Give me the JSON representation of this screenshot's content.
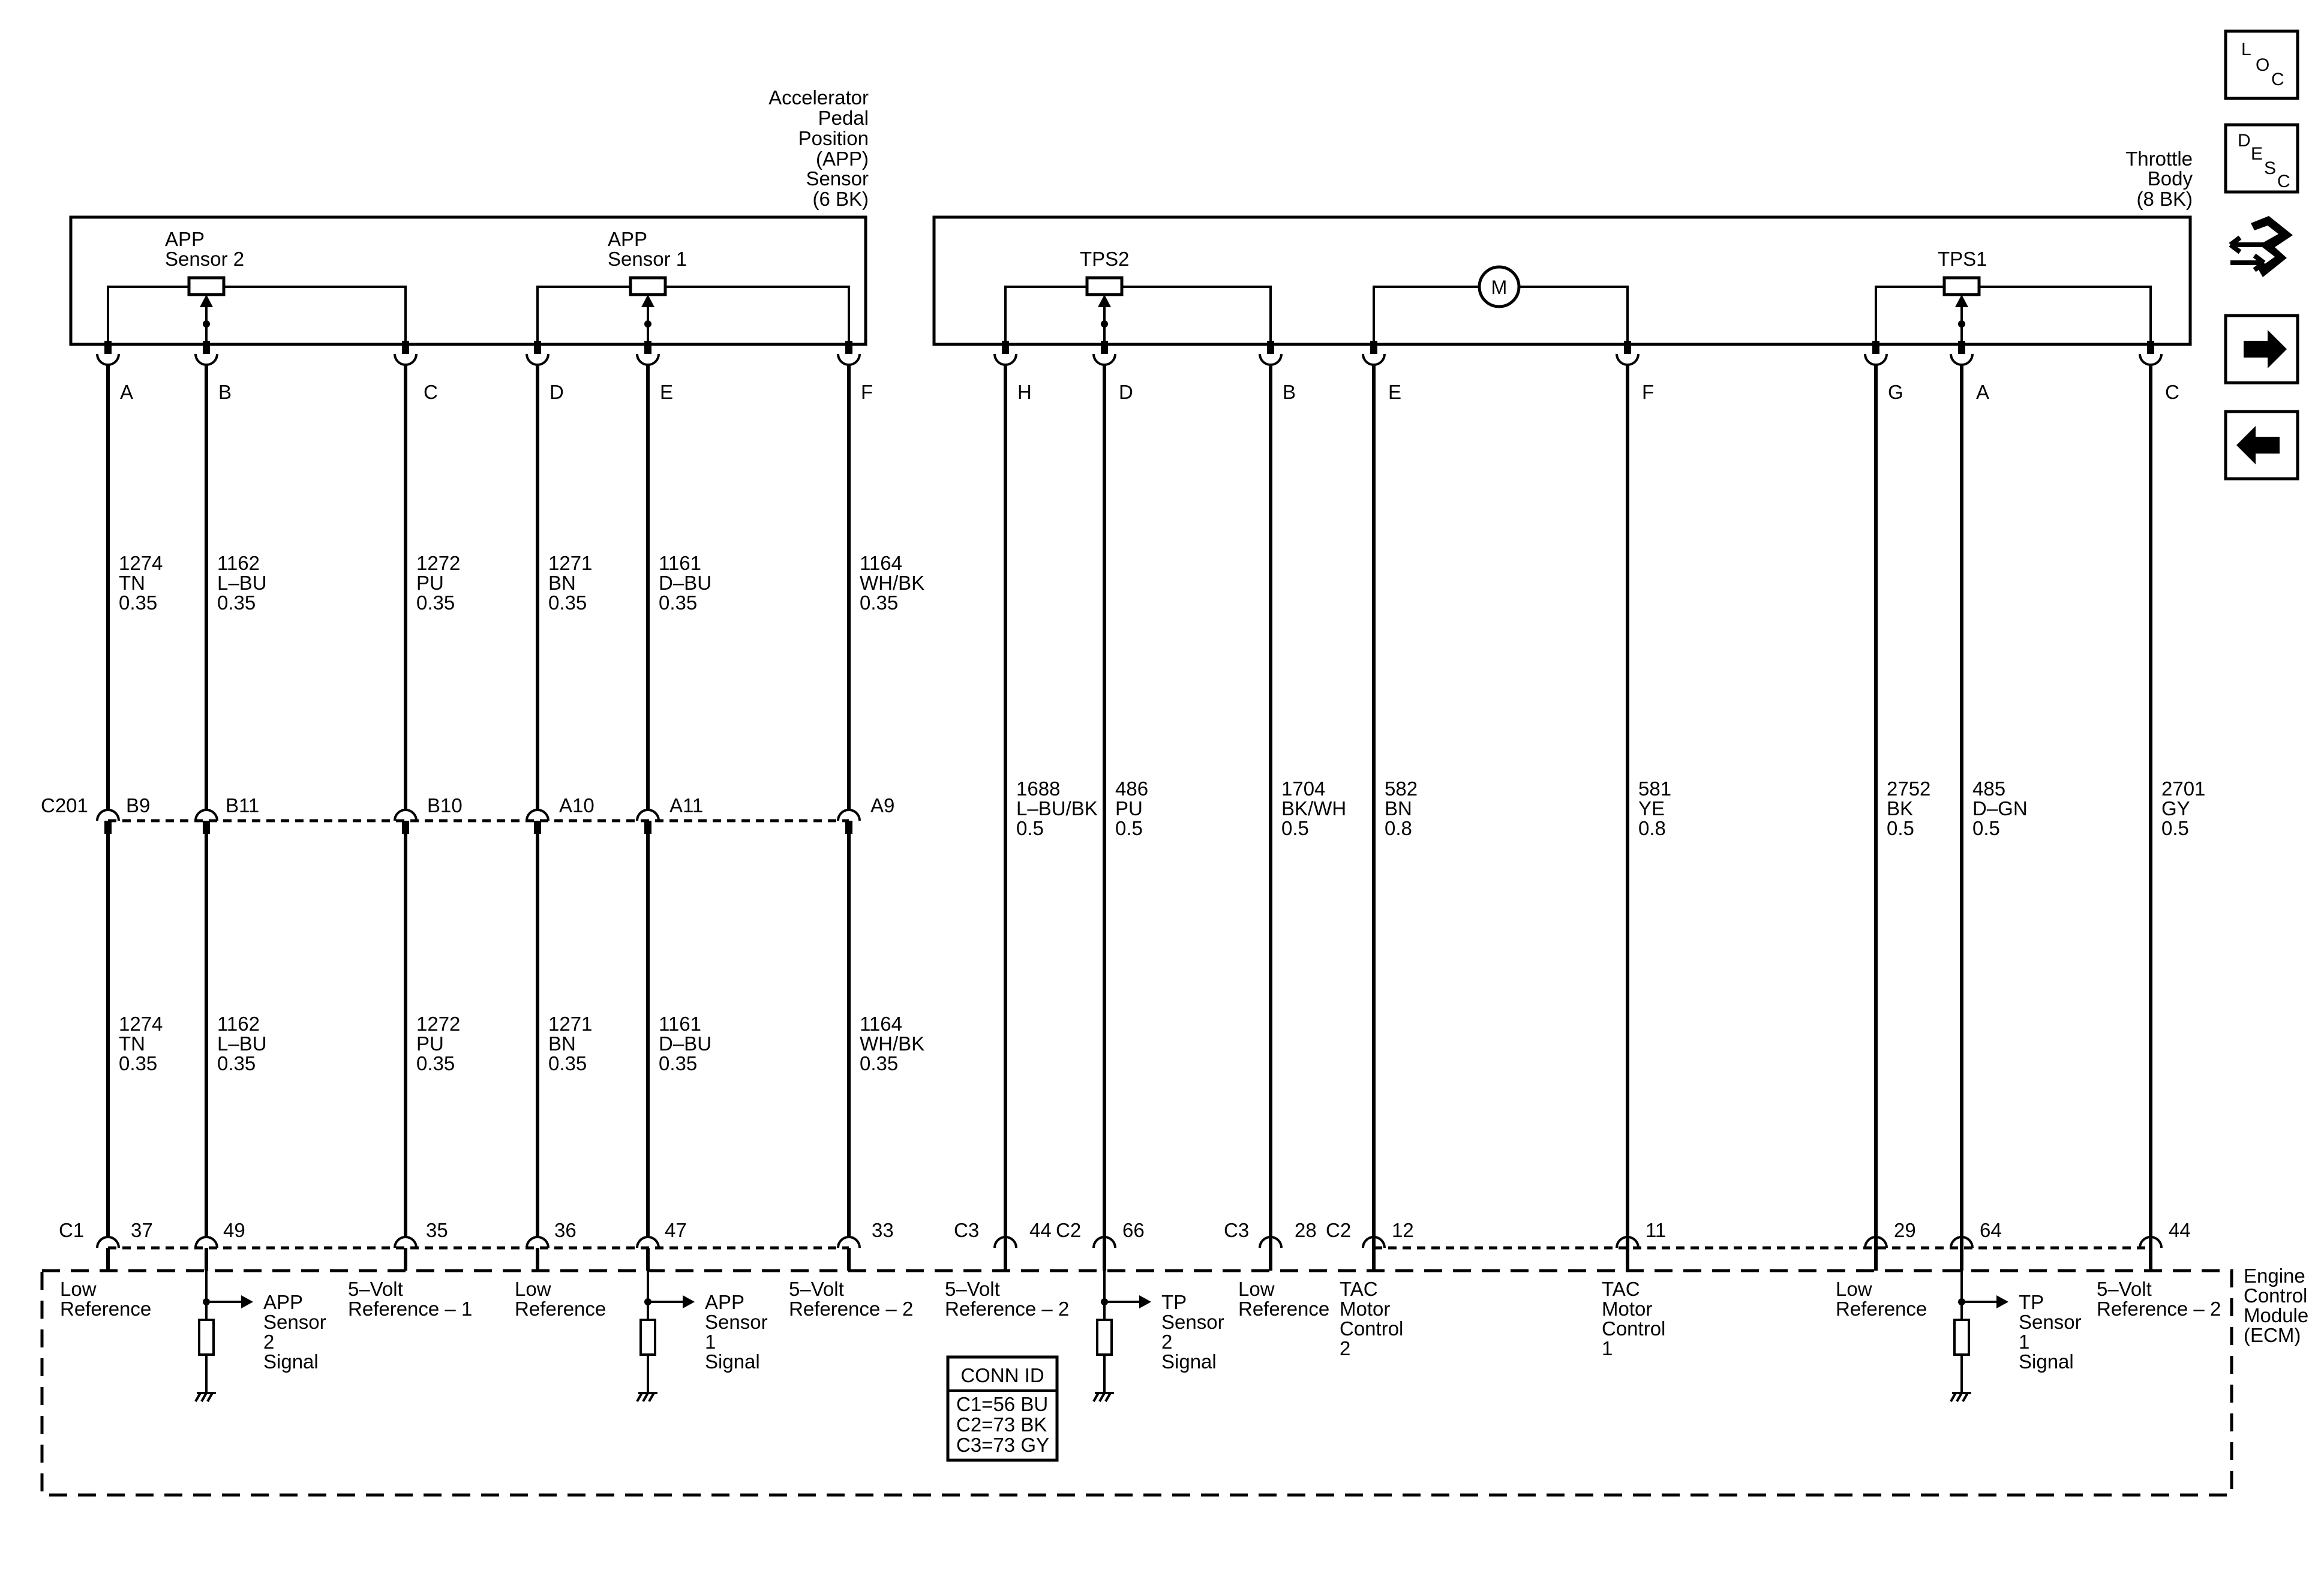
{
  "app_sensor": {
    "title": [
      "Accelerator",
      "Pedal",
      "Position",
      "(APP)",
      "Sensor",
      "(6 BK)"
    ],
    "sensor2": [
      "APP",
      "Sensor 2"
    ],
    "sensor1": [
      "APP",
      "Sensor 1"
    ]
  },
  "throttle_body": {
    "title": [
      "Throttle",
      "Body",
      "(8 BK)"
    ],
    "tps2": "TPS2",
    "tps1": "TPS1",
    "motor": "M"
  },
  "inline_connector": {
    "name": "C201",
    "pins": [
      "B9",
      "B11",
      "B10",
      "A10",
      "A11",
      "A9"
    ]
  },
  "app_wires": [
    {
      "pin": "A",
      "circuit": "1274",
      "color": "TN",
      "gauge": "0.35",
      "ecm_pin": "37",
      "ecm_label": [
        "Low",
        "Reference"
      ]
    },
    {
      "pin": "B",
      "circuit": "1162",
      "color": "L–BU",
      "gauge": "0.35",
      "ecm_pin": "49",
      "ecm_label": [
        "APP",
        "Sensor",
        "2",
        "Signal"
      ]
    },
    {
      "pin": "C",
      "circuit": "1272",
      "color": "PU",
      "gauge": "0.35",
      "ecm_pin": "35",
      "ecm_label": [
        "5–Volt",
        "Reference – 1"
      ]
    },
    {
      "pin": "D",
      "circuit": "1271",
      "color": "BN",
      "gauge": "0.35",
      "ecm_pin": "36",
      "ecm_label": [
        "Low",
        "Reference"
      ]
    },
    {
      "pin": "E",
      "circuit": "1161",
      "color": "D–BU",
      "gauge": "0.35",
      "ecm_pin": "47",
      "ecm_label": [
        "APP",
        "Sensor",
        "1",
        "Signal"
      ]
    },
    {
      "pin": "F",
      "circuit": "1164",
      "color": "WH/BK",
      "gauge": "0.35",
      "ecm_pin": "33",
      "ecm_label": [
        "5–Volt",
        "Reference – 2"
      ]
    }
  ],
  "tb_wires": [
    {
      "pin": "H",
      "circuit": "1688",
      "color": "L–BU/BK",
      "gauge": "0.5",
      "ecm_pin": "44",
      "ecm_label": [
        "5–Volt",
        "Reference – 2"
      ]
    },
    {
      "pin": "D",
      "circuit": "486",
      "color": "PU",
      "gauge": "0.5",
      "ecm_pin": "66",
      "ecm_label": [
        "TP",
        "Sensor",
        "2",
        "Signal"
      ]
    },
    {
      "pin": "B",
      "circuit": "1704",
      "color": "BK/WH",
      "gauge": "0.5",
      "ecm_pin": "28",
      "ecm_label": [
        "Low",
        "Reference"
      ]
    },
    {
      "pin": "E",
      "circuit": "582",
      "color": "BN",
      "gauge": "0.8",
      "ecm_pin": "12",
      "ecm_label": [
        "TAC",
        "Motor",
        "Control",
        "2"
      ]
    },
    {
      "pin": "F",
      "circuit": "581",
      "color": "YE",
      "gauge": "0.8",
      "ecm_pin": "11",
      "ecm_label": [
        "TAC",
        "Motor",
        "Control",
        "1"
      ]
    },
    {
      "pin": "G",
      "circuit": "2752",
      "color": "BK",
      "gauge": "0.5",
      "ecm_pin": "29",
      "ecm_label": [
        "Low",
        "Reference"
      ]
    },
    {
      "pin": "A",
      "circuit": "485",
      "color": "D–GN",
      "gauge": "0.5",
      "ecm_pin": "64",
      "ecm_label": [
        "TP",
        "Sensor",
        "1",
        "Signal"
      ]
    },
    {
      "pin": "C",
      "circuit": "2701",
      "color": "GY",
      "gauge": "0.5",
      "ecm_pin": "44",
      "ecm_label": [
        "5–Volt",
        "Reference – 2"
      ]
    }
  ],
  "ecm_connectors": {
    "c1": "C1",
    "c2": "C2",
    "c3": "C3"
  },
  "ecm": {
    "title": [
      "Engine",
      "Control",
      "Module",
      "(ECM)"
    ]
  },
  "conn_id": {
    "title": "CONN ID",
    "rows": [
      "C1=56 BU",
      "C2=73 BK",
      "C3=73 GY"
    ]
  },
  "nav": {
    "loc": [
      "L",
      "O",
      "C"
    ],
    "desc": [
      "D",
      "E",
      "S",
      "C"
    ],
    "items": [
      "loc-icon",
      "desc-icon",
      "connector-icon",
      "next-arrow-icon",
      "prev-arrow-icon"
    ]
  }
}
